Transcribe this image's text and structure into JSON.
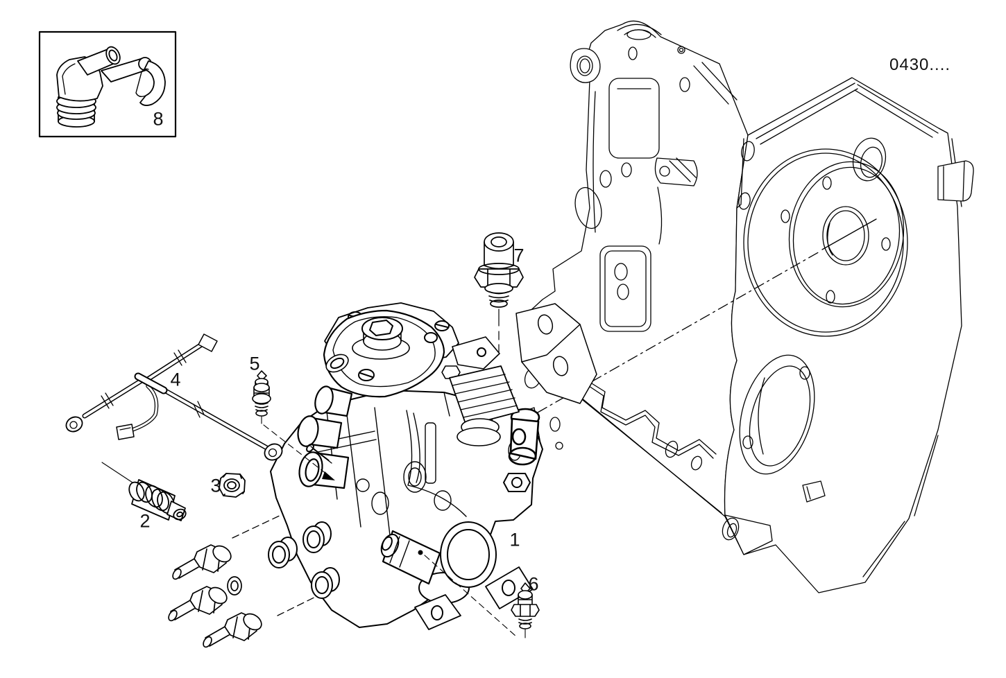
{
  "figure": {
    "ref_code": "0430...."
  },
  "callouts": {
    "c1": "1",
    "c2": "2",
    "c3": "3",
    "c4": "4",
    "c5": "5",
    "c6": "6",
    "c7": "7",
    "c8": "8"
  }
}
